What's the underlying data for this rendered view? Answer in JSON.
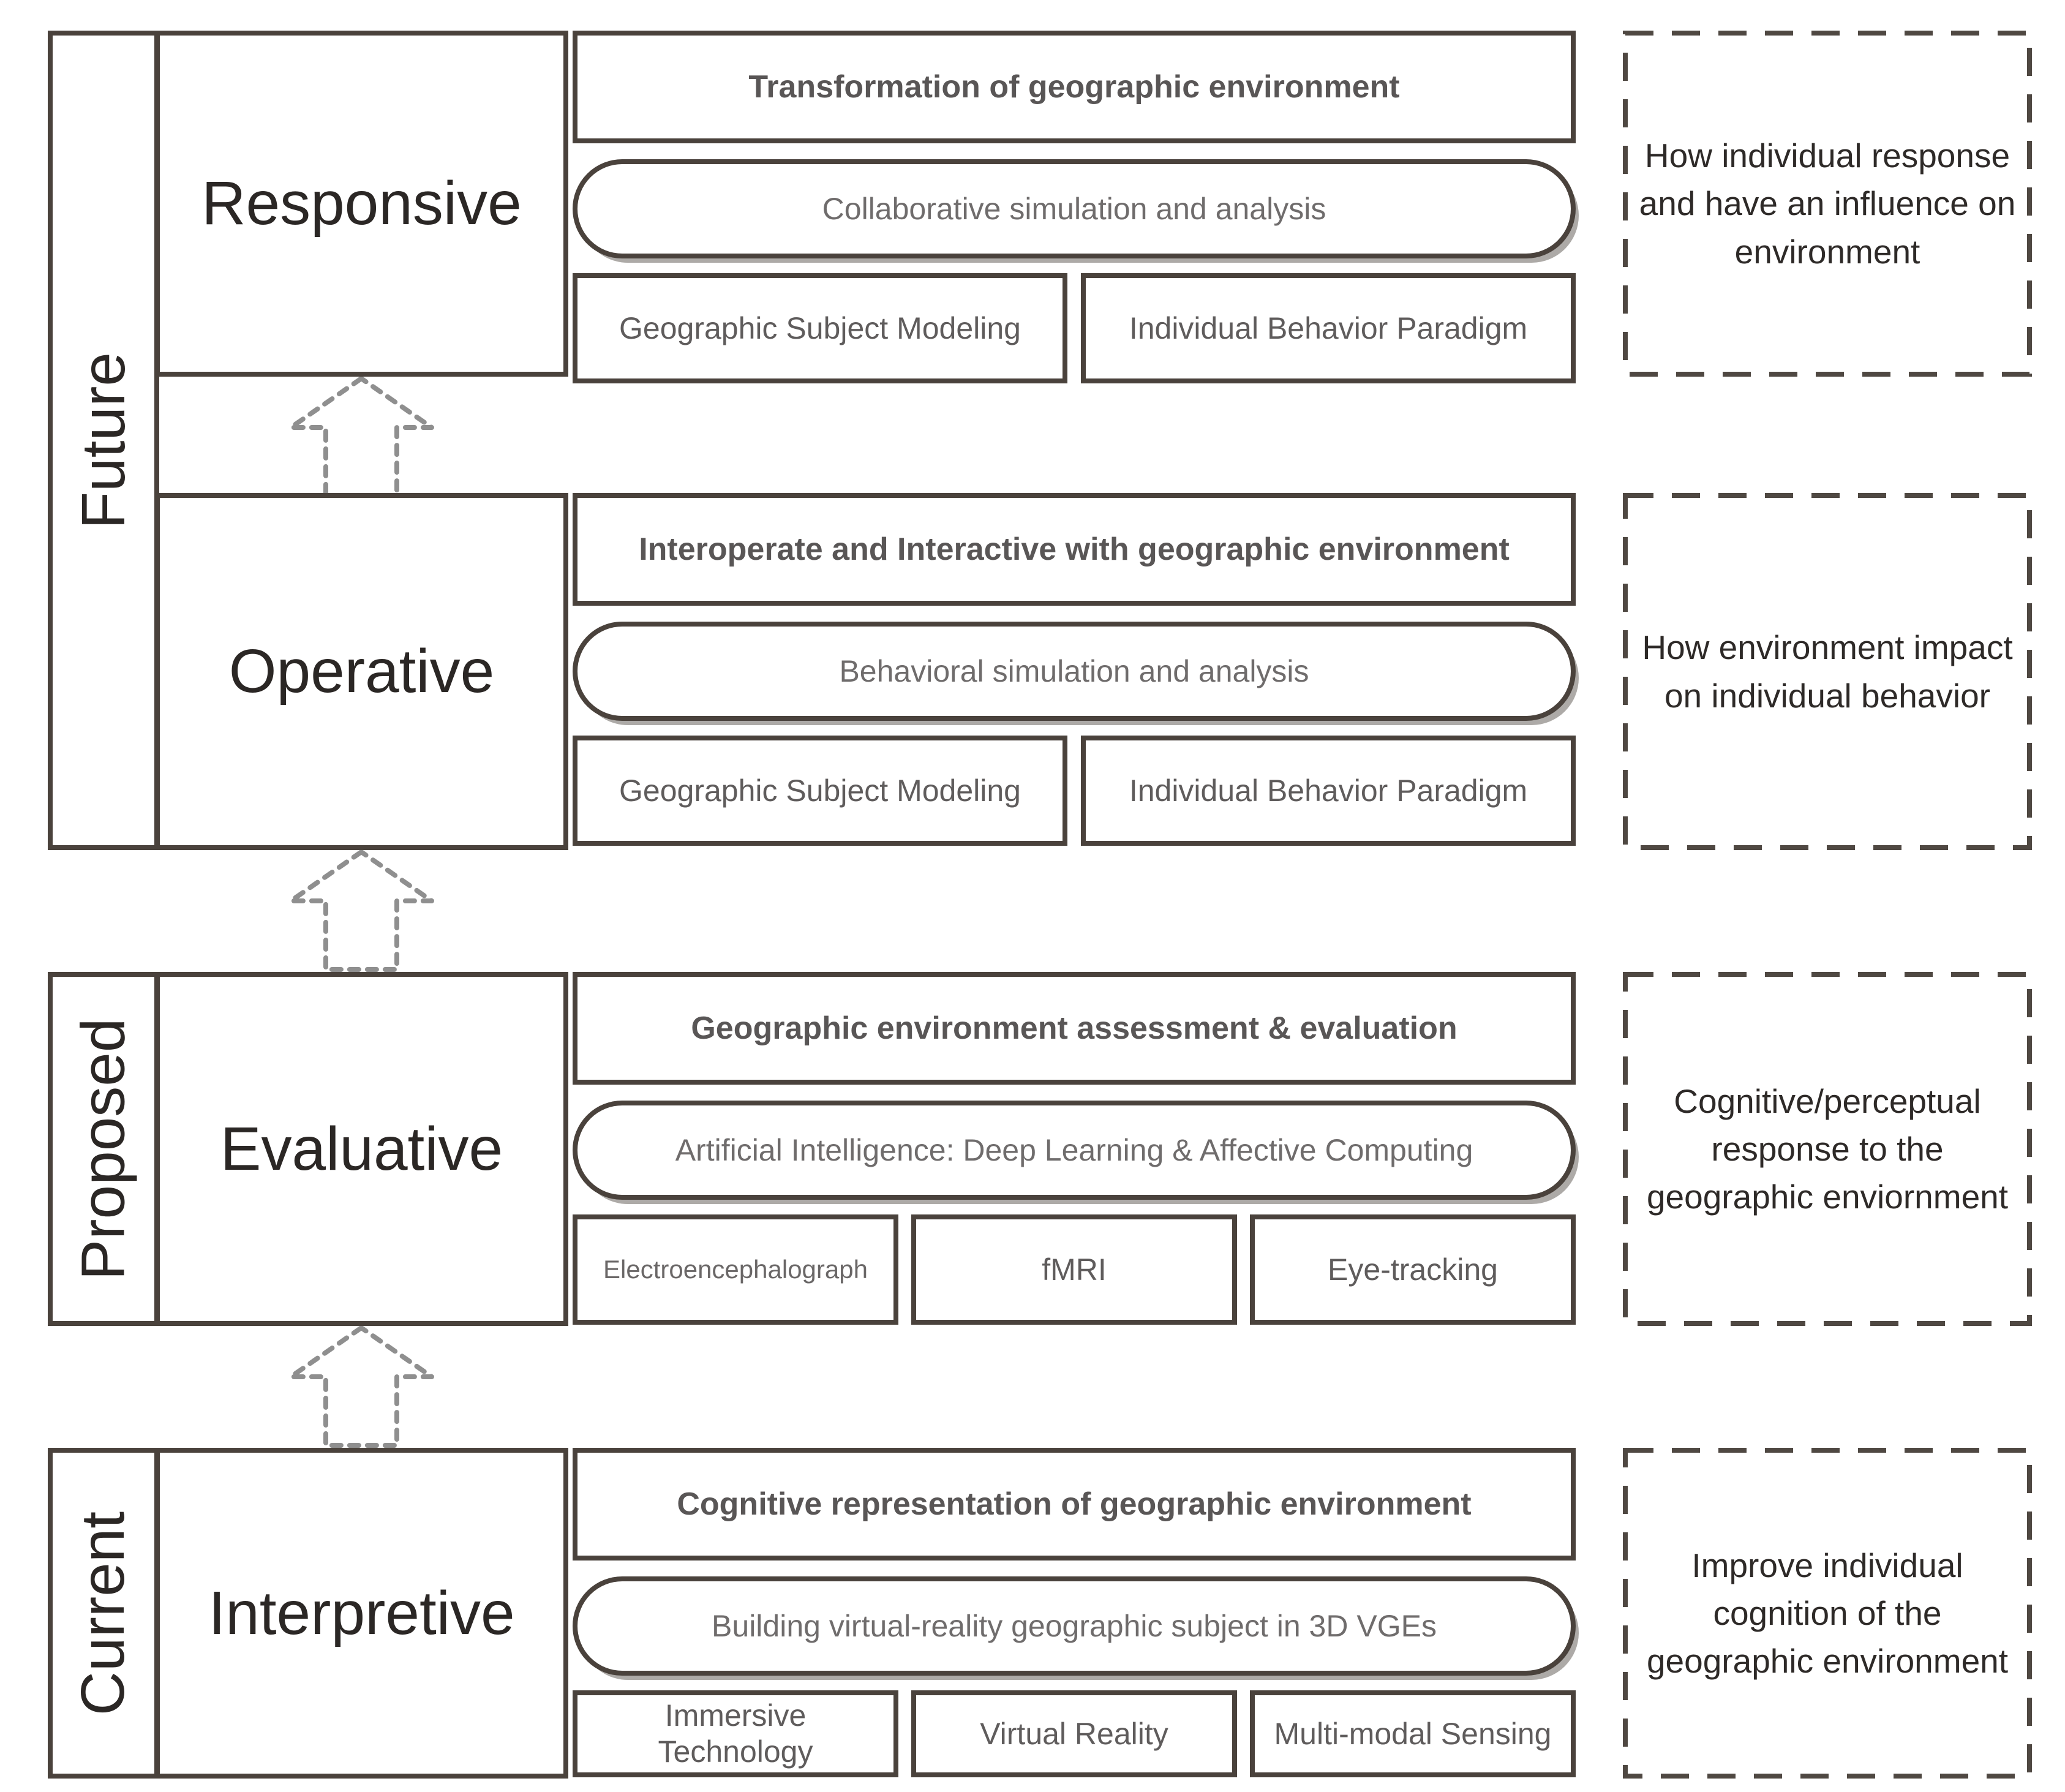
{
  "figure": {
    "era_labels": {
      "future": "Future",
      "proposed": "Proposed",
      "current": "Current"
    },
    "stages": [
      {
        "name": "Responsive",
        "era": "Future",
        "header": "Transformation of geographic environment",
        "capsule": "Collaborative  simulation and analysis",
        "sub_boxes": [
          "Geographic Subject Modeling",
          "Individual Behavior Paradigm"
        ],
        "outcome": "How individual response and have an influence on environment"
      },
      {
        "name": "Operative",
        "era": "Future",
        "header": "Interoperate and Interactive with geographic environment",
        "capsule": "Behavioral simulation and analysis",
        "sub_boxes": [
          "Geographic Subject Modeling",
          "Individual Behavior Paradigm"
        ],
        "outcome": "How environment impact on individual behavior"
      },
      {
        "name": "Evaluative",
        "era": "Proposed",
        "header": "Geographic environment assessment & evaluation",
        "capsule": "Artificial Intelligence: Deep Learning & Affective Computing",
        "sub_boxes": [
          "Electroencephalograph",
          "fMRI",
          "Eye-tracking"
        ],
        "outcome": "Cognitive/perceptual response to the geographic enviornment"
      },
      {
        "name": "Interpretive",
        "era": "Current",
        "header": "Cognitive representation of geographic environment",
        "capsule": "Building virtual-reality geographic subject in 3D VGEs",
        "sub_boxes": [
          "Immersive Technology",
          "Virtual Reality",
          "Multi-modal Sensing"
        ],
        "outcome": "Improve individual cognition of the geographic environment"
      }
    ],
    "colors": {
      "border": "#4a423c",
      "arrow_gray": "#8f8f8f",
      "header_text": "#595656",
      "capsule_text": "#6f6c6c",
      "sub_text": "#5f5c5c",
      "label_text": "#2b2725",
      "background": "#ffffff"
    }
  }
}
